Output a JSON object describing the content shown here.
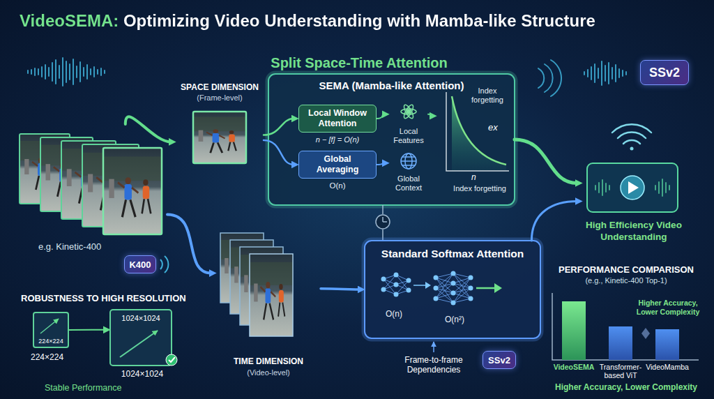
{
  "diagram": {
    "title": "VideoSEMA: Optimizing Video Understanding with Mamba-like Structure",
    "nodes": [
      {
        "text": [
          "e.g. Kinetic-400"
        ]
      },
      {
        "text": [
          "K400"
        ]
      },
      {
        "text": [
          "SPACE DIMENSION",
          "(Frame-level)"
        ]
      },
      {
        "text": [
          "SEMA (Mamba-like Attention)"
        ]
      },
      {
        "text": [
          "Local Window Attention"
        ],
        "in": 3
      },
      {
        "text": [
          "Global Averaging"
        ],
        "in": 3
      },
      {
        "text": [
          "Local Features"
        ],
        "in": 3
      },
      {
        "text": [
          "Global Context"
        ],
        "in": 3
      },
      {
        "text": [
          "Index forgetting",
          "ex",
          "n",
          "Index forgetting"
        ],
        "in": 3
      },
      {
        "text": [
          "SSv2"
        ]
      },
      {
        "text": [
          "TIME DIMENSION",
          "(Video-level)"
        ]
      },
      {
        "text": [
          "Standard Softmax Attention",
          "O(n)",
          "O(n²)"
        ]
      },
      {
        "text": [
          "SSv2"
        ]
      },
      {
        "text": [
          "High Efficiency Video Understanding"
        ]
      },
      {
        "text": [
          "224×224"
        ]
      },
      {
        "text": [
          "1024×1024"
        ]
      }
    ],
    "edges": [
      {
        "from": 0,
        "to": 2,
        "arrow": "to"
      },
      {
        "from": 0,
        "to": 10,
        "arrow": "to"
      },
      {
        "from": 2,
        "to": 4,
        "arrow": "to"
      },
      {
        "from": 2,
        "to": 5,
        "arrow": "to"
      },
      {
        "from": 4,
        "to": 6,
        "arrow": "to"
      },
      {
        "from": 5,
        "to": 7,
        "arrow": "to"
      },
      {
        "from": 6,
        "to": 8,
        "arrow": "to"
      },
      {
        "from": 3,
        "to": 13,
        "arrow": "to"
      },
      {
        "from": 10,
        "to": 11,
        "arrow": "to"
      },
      {
        "from": 11,
        "to": 13,
        "arrow": "to"
      },
      {
        "from": 14,
        "to": 15,
        "arrow": "to"
      }
    ],
    "labels": [
      "Split Space-Time Attention",
      "n − [f] = O(n)",
      "O(n)",
      "ROBUSTNESS TO HIGH RESOLUTION",
      "224×224",
      "1024×1024",
      "Stable Performance",
      "Frame-to-frame Dependencies",
      "PERFORMANCE COMPARISON",
      "(e.g., Kinetic-400 Top-1)",
      "Higher Accuracy, Lower Complexity",
      "VideoSEMA",
      "Transformer-based ViT",
      "VideoMamba",
      "Higher Accuracy, Lower Complexity"
    ]
  }
}
